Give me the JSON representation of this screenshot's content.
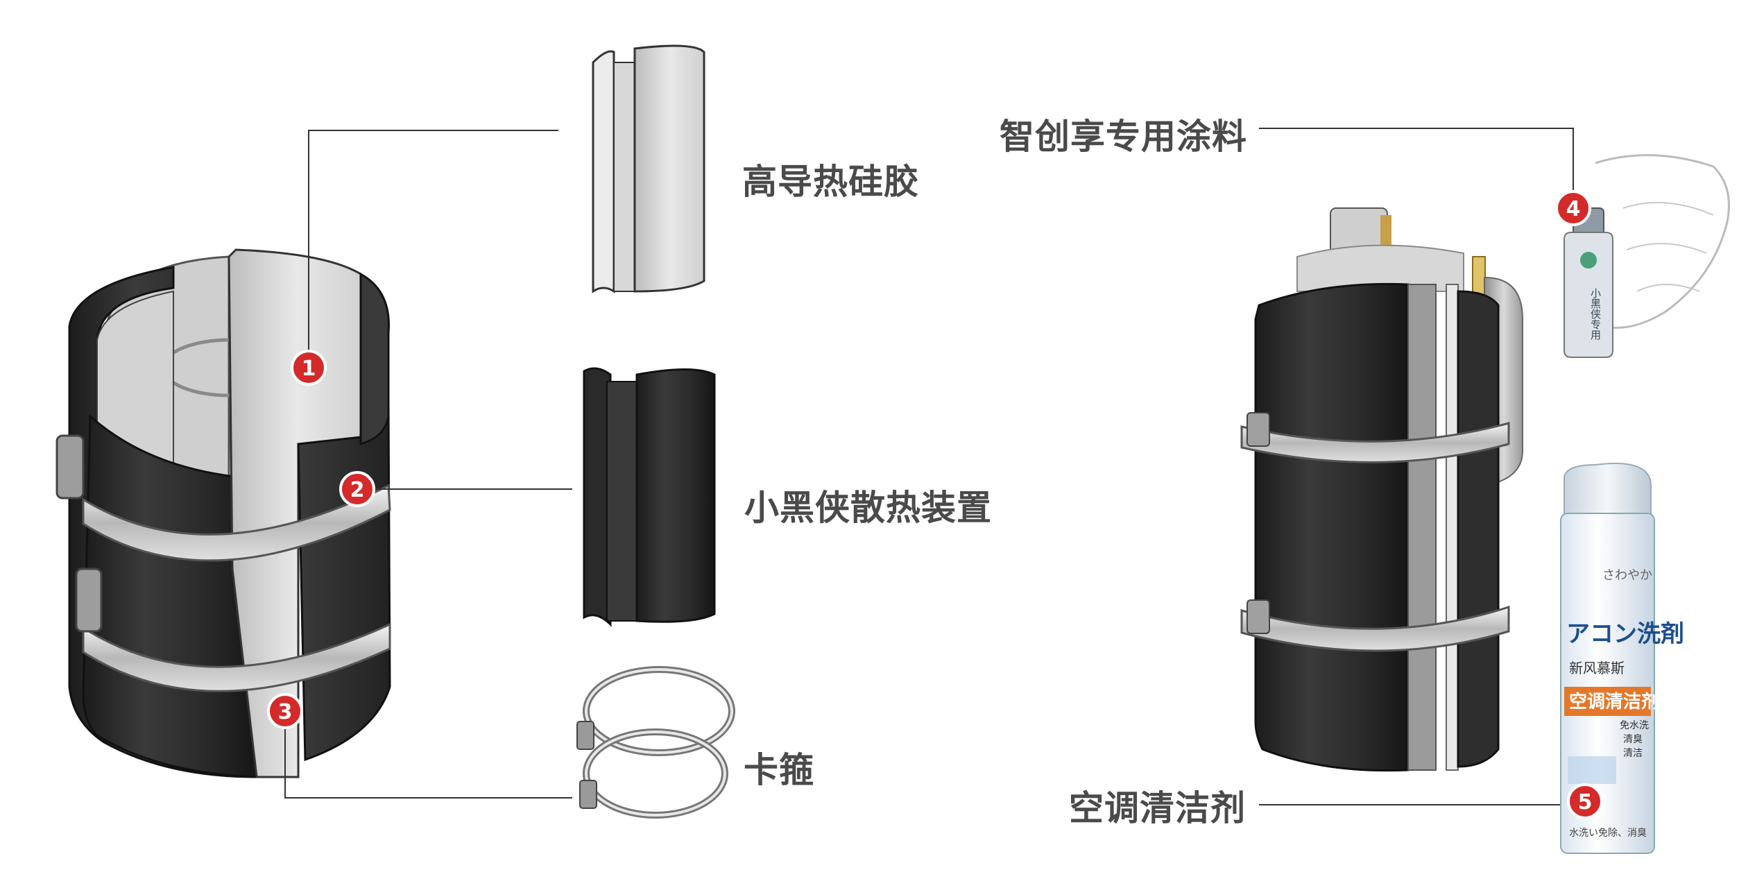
{
  "labels": {
    "silicone": "高导热硅胶",
    "device": "小黑侠散热装置",
    "clamp": "卡箍",
    "coating": "智创享专用涂料",
    "cleaner": "空调清洁剂"
  },
  "markers": [
    "1",
    "2",
    "3",
    "4",
    "5"
  ],
  "bottle": {
    "label": "小黑侠专用"
  },
  "can": {
    "top_text": "さわやか",
    "brand": "アコン洗剤",
    "subtitle": "新风慕斯",
    "band": "空调清洁剂",
    "features": [
      "免水洗",
      "清臭",
      "清洁"
    ],
    "footer": "水洗い免除、消臭"
  },
  "colors": {
    "marker_red": "#d42a2a",
    "dark_sleeve": "#2f2f2f",
    "label_gray": "#4a4a4a"
  }
}
